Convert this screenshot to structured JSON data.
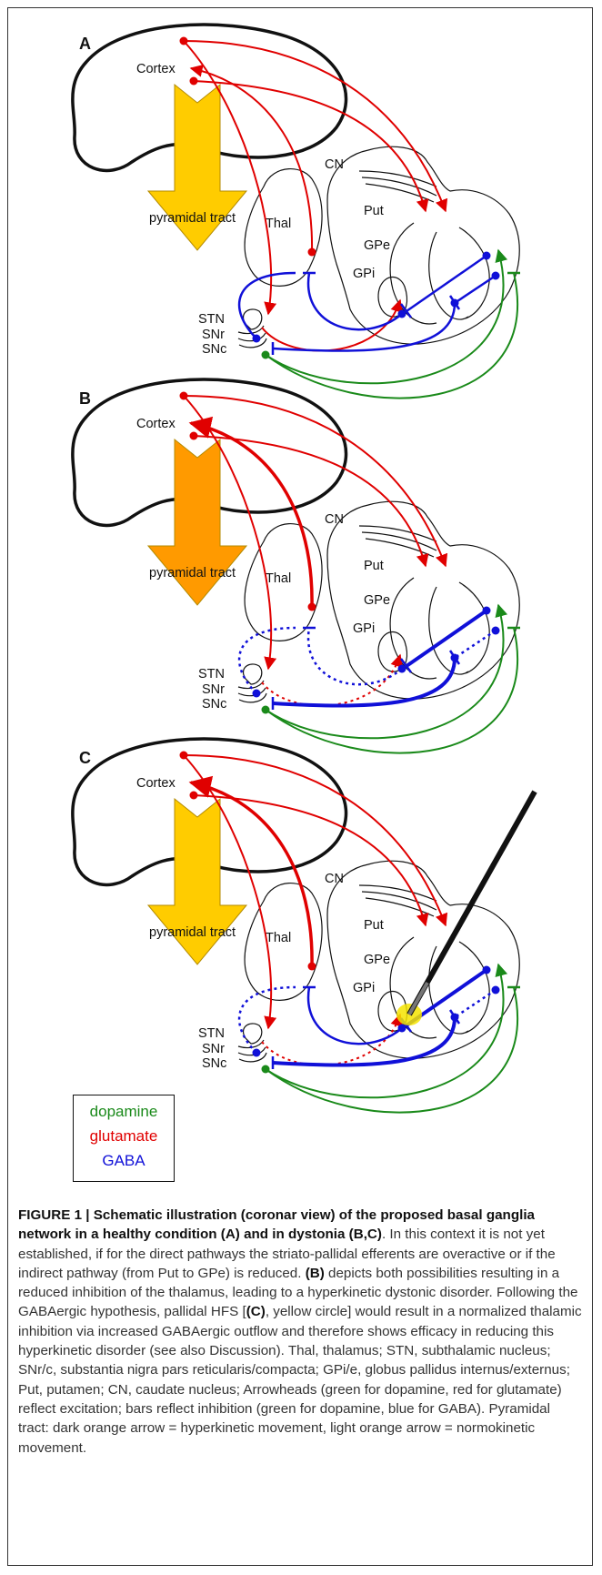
{
  "panels": [
    {
      "letter": "A",
      "tract_color": "#ffcc00",
      "variant": "healthy"
    },
    {
      "letter": "B",
      "tract_color": "#ff9a00",
      "variant": "dystonia"
    },
    {
      "letter": "C",
      "tract_color": "#ffcc00",
      "variant": "hfs"
    }
  ],
  "labels": {
    "cortex": "Cortex",
    "pyramidal_tract": "pyramidal tract",
    "thal": "Thal",
    "cn": "CN",
    "put": "Put",
    "gpe": "GPe",
    "gpi": "GPi",
    "stn": "STN",
    "snr": "SNr",
    "snc": "SNc"
  },
  "legend": {
    "items": [
      {
        "label": "dopamine",
        "color": "#1a8a1a"
      },
      {
        "label": "glutamate",
        "color": "#e00000"
      },
      {
        "label": "GABA",
        "color": "#1010d8"
      }
    ]
  },
  "colors": {
    "dopamine": "#1a8a1a",
    "glutamate": "#e00000",
    "gaba": "#1010d8",
    "outline": "#111111",
    "hfs_glow": "#f5e400"
  },
  "caption": {
    "bold": "FIGURE 1 | Schematic illustration (coronar view) of the proposed basal ganglia network in a healthy condition (A) and in dystonia (B,C)",
    "t1": ". In this context it is not yet established, if for the direct pathways the striato-pallidal efferents are overactive or if the indirect pathway (from Put to GPe) is reduced. ",
    "b2": "(B)",
    "t2": " depicts both possibilities resulting in a reduced inhibition of the thalamus, leading to a hyperkinetic dystonic disorder. Following the GABAergic hypothesis, pallidal HFS [",
    "b3": "(C)",
    "t3": ", yellow circle] would result in a normalized thalamic inhibition via increased GABAergic outflow and therefore shows efficacy in reducing this hyperkinetic disorder (see also Discussion). Thal, thalamus; STN, subthalamic nucleus; SNr/c, substantia nigra pars reticularis/compacta; GPi/e, globus pallidus internus/externus; Put, putamen; CN, caudate nucleus; Arrowheads (green for dopamine, red for glutamate) reflect excitation; bars reflect inhibition (green for dopamine, blue for GABA). Pyramidal tract: dark orange arrow = hyperkinetic movement, light orange arrow = normokinetic movement."
  }
}
